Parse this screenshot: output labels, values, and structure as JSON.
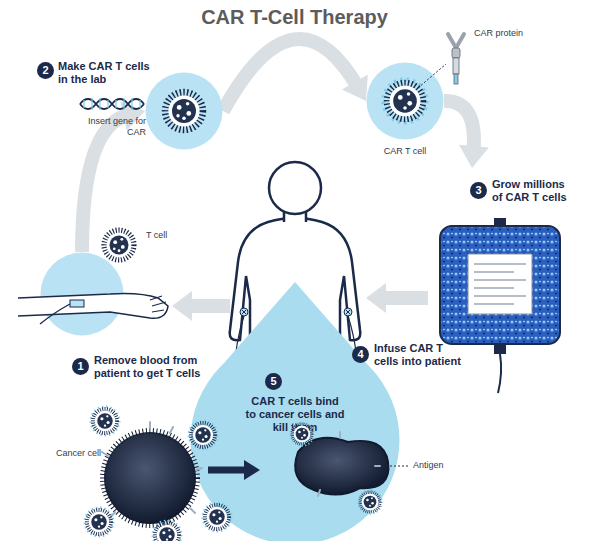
{
  "diagram": {
    "title": "CAR T-Cell Therapy",
    "nodes": [
      {
        "text": [
          "1",
          "Remove blood from patient to get T cells"
        ]
      },
      {
        "text": [
          "2",
          "Make CAR T cells in the lab"
        ]
      },
      {
        "text": [
          "CAR T cell"
        ]
      },
      {
        "text": [
          "3",
          "Grow millions of CAR T cells"
        ]
      },
      {
        "text": [
          "5",
          "CAR T cells bind to cancer cells and kill them"
        ]
      }
    ],
    "edges": [
      {
        "from": 0,
        "to": 1,
        "arrow": "to"
      },
      {
        "from": 1,
        "to": 2,
        "arrow": "to"
      },
      {
        "from": 2,
        "to": 3,
        "arrow": "to"
      }
    ],
    "labels": [
      "Insert gene for CAR",
      "CAR protein",
      "T cell",
      "4",
      "Infuse CAR T cells into patient",
      "Cancer cell",
      "Antigen"
    ]
  }
}
